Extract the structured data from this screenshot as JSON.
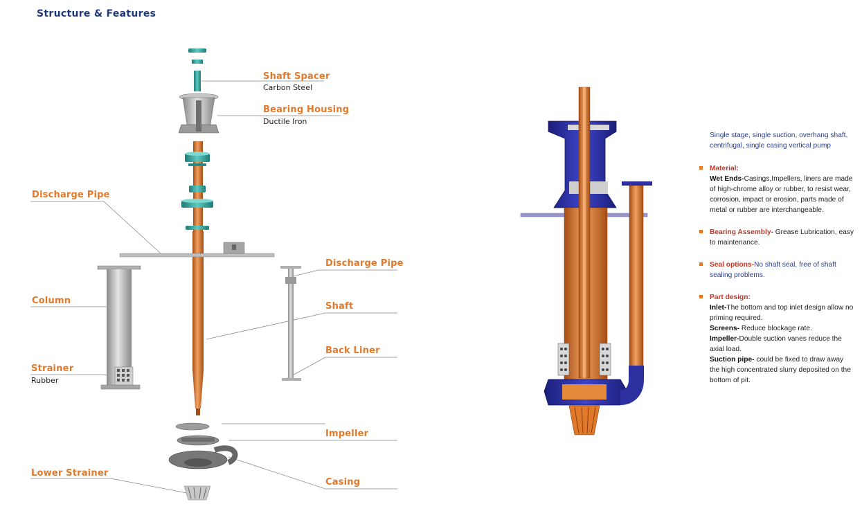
{
  "page": {
    "title": "Structure & Features"
  },
  "labels": {
    "shaft_spacer": "Shaft Spacer",
    "shaft_spacer_mat": "Carbon Steel",
    "bearing_housing": "Bearing Housing",
    "bearing_housing_mat": "Ductile Iron",
    "discharge_pipe_left": "Discharge Pipe",
    "discharge_pipe_right": "Discharge Pipe",
    "column": "Column",
    "shaft": "Shaft",
    "strainer": "Strainer",
    "strainer_mat": "Rubber",
    "back_liner": "Back Liner",
    "impeller": "Impeller",
    "lower_strainer": "Lower Strainer",
    "casing": "Casing"
  },
  "features": {
    "intro": "Single stage, single suction, overhang shaft, centrifugal, single casing vertical pump",
    "material": {
      "heading": "Material:",
      "wet_ends_term": "Wet Ends-",
      "wet_ends_text": "Casings,Impellers, liners are made of high-chrome alloy or rubber, to resist wear, corrosion, impact  or erosion, parts made of metal or rubber are interchangeable."
    },
    "bearing": {
      "heading": "Bearing Assembly-",
      "text": " Grease Lubrication, easy to maintenance."
    },
    "seal": {
      "heading": "Seal options-",
      "text": "No shaft seal, free of shaft sealing problems."
    },
    "part_design": {
      "heading": "Part design:",
      "inlet_term": "Inlet-",
      "inlet_text": "The bottom and top inlet design allow no priming required.",
      "screens_term": "Screens-",
      "screens_text": " Reduce blockage rate.",
      "impeller_term": "Impeller-",
      "impeller_text": "Double suction vanes reduce the axial load.",
      "suction_term": "Suction pipe-",
      "suction_text": " could be fixed to draw away the high concentrated slurry deposited on the bottom of pit."
    }
  },
  "colors": {
    "accent": "#e07a2a",
    "title": "#1f3a7a",
    "teal": "#3aa6a0",
    "shaft": "#d9722c",
    "steel": "#b9b9b9",
    "casing_blue": "#2b2fa0"
  }
}
